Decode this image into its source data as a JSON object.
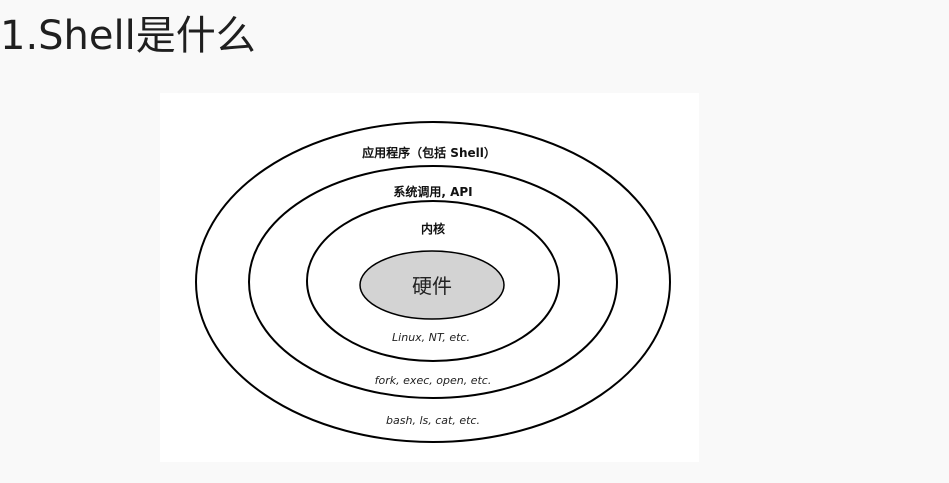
{
  "page": {
    "title": "1.Shell是什么"
  },
  "diagram": {
    "layers": [
      {
        "name": "应用程序（包括 Shell）",
        "example": "bash, ls, cat, etc."
      },
      {
        "name": "系统调用, API",
        "example": "fork, exec, open, etc."
      },
      {
        "name": "内核",
        "example": "Linux, NT, etc."
      },
      {
        "name": "硬件",
        "example": ""
      }
    ],
    "colors": {
      "ring_stroke": "#000000",
      "core_fill": "#d3d3d3",
      "background": "#ffffff"
    }
  }
}
